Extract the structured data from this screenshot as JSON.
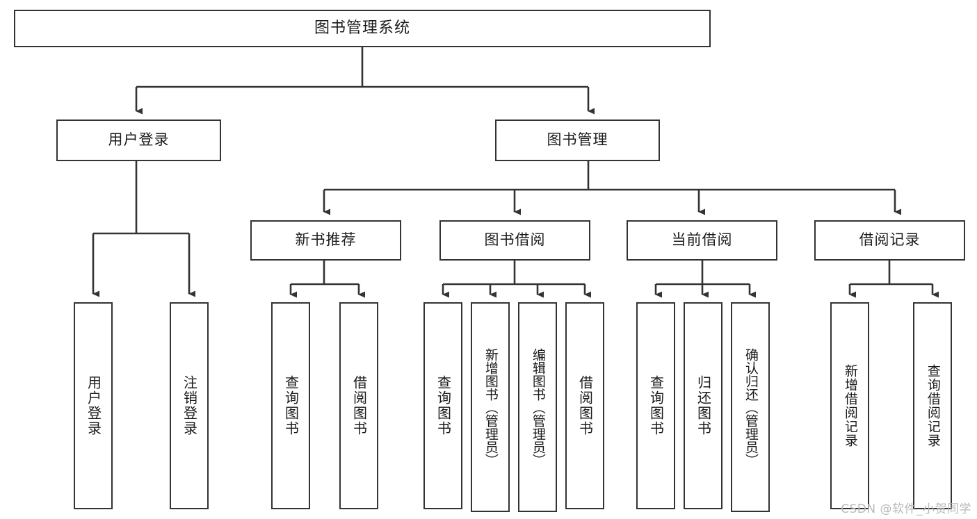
{
  "diagram": {
    "title": "图书管理系统",
    "type": "tree-hierarchy-chart",
    "watermark": "CSDN @软件_小贺同学",
    "colors": {
      "box_border": "#333333",
      "box_fill": "#ffffff",
      "text": "#1b1b1b",
      "edge": "#333333",
      "watermark": "#b9b9b9",
      "background": "#ffffff"
    },
    "root": {
      "label": "图书管理系统"
    },
    "level2": [
      {
        "id": "user-login",
        "label": "用户登录"
      },
      {
        "id": "book-manage",
        "label": "图书管理"
      }
    ],
    "level3": [
      {
        "id": "new-book-recommend",
        "label": "新书推荐"
      },
      {
        "id": "book-borrow",
        "label": "图书借阅"
      },
      {
        "id": "current-borrow",
        "label": "当前借阅"
      },
      {
        "id": "borrow-record",
        "label": "借阅记录"
      }
    ],
    "leaves": {
      "user_login": [
        {
          "id": "leaf-user-login",
          "label": "用户登录"
        },
        {
          "id": "leaf-logout-login",
          "label": "注销登录"
        }
      ],
      "new_book_recommend": [
        {
          "id": "leaf-query-book-1",
          "label": "查询图书"
        },
        {
          "id": "leaf-borrow-book-1",
          "label": "借阅图书"
        }
      ],
      "book_borrow": [
        {
          "id": "leaf-query-book-2",
          "label": "查询图书"
        },
        {
          "id": "leaf-add-book",
          "label": "新增图书（管理员）"
        },
        {
          "id": "leaf-edit-book",
          "label": "编辑图书（管理员）"
        },
        {
          "id": "leaf-borrow-book-2",
          "label": "借阅图书"
        }
      ],
      "current_borrow": [
        {
          "id": "leaf-query-book-3",
          "label": "查询图书"
        },
        {
          "id": "leaf-return-book",
          "label": "归还图书"
        },
        {
          "id": "leaf-confirm-return",
          "label": "确认归还（管理员）"
        }
      ],
      "borrow_record": [
        {
          "id": "leaf-add-record",
          "label": "新增借阅记录"
        },
        {
          "id": "leaf-query-record",
          "label": "查询借阅记录"
        }
      ]
    }
  }
}
